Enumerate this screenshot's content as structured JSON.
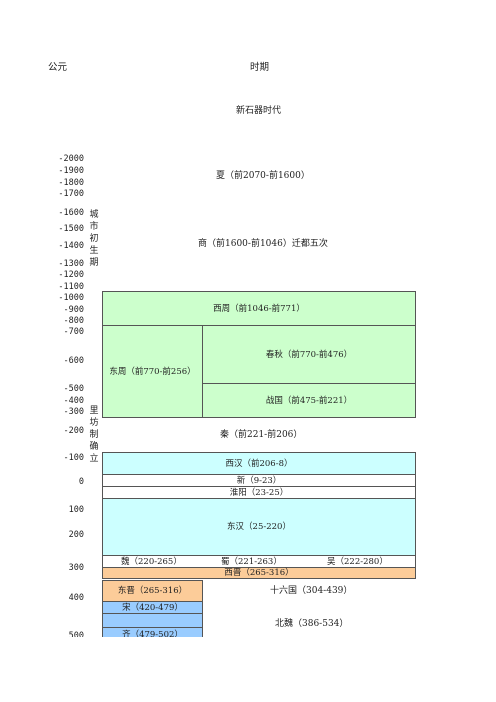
{
  "header": {
    "left": "公元",
    "center": "时期"
  },
  "periods": {
    "neolithic": "新石器时代",
    "xia": "夏（前2070-前1600）",
    "shang": "商（前1600-前1046）迁都五次",
    "western_zhou": "西周（前1046-前771）",
    "eastern_zhou": "东周（前770-前256）",
    "spring_autumn": "春秋（前770-前476）",
    "warring_states": "战国（前475-前221）",
    "qin": "秦（前221-前206）",
    "western_han": "西汉（前206-8）",
    "xin": "新（9-23）",
    "huaiyang": "淮阳（23-25）",
    "eastern_han": "东汉（25-220）",
    "wei": "魏（220-265）",
    "shu": "蜀（221-263）",
    "wu": "吴（222-280）",
    "western_jin": "西晋（265-316）",
    "eastern_jin": "东晋（265-316）",
    "sixteen_kingdoms": "十六国（304-439）",
    "song": "宋（420-479）",
    "northern_wei": "北魏（386-534）",
    "qi": "齐（479-502）"
  },
  "side_labels": {
    "city_early": [
      "城",
      "市",
      "初",
      "生",
      "期"
    ],
    "ward_system": [
      "里",
      "坊",
      "制",
      "确",
      "立"
    ]
  },
  "years": [
    "-2000",
    "-1900",
    "-1800",
    "-1700",
    "-1600",
    "-1500",
    "-1400",
    "-1300",
    "-1200",
    "-1100",
    "-1000",
    "-900",
    "-800",
    "-700",
    "-600",
    "-500",
    "-400",
    "-300",
    "-200",
    "-100",
    "0",
    "100",
    "200",
    "300",
    "400",
    "500"
  ],
  "colors": {
    "green": "#ccffcc",
    "cyan": "#ccffff",
    "orange": "#fccc99",
    "blue": "#99ccff"
  }
}
